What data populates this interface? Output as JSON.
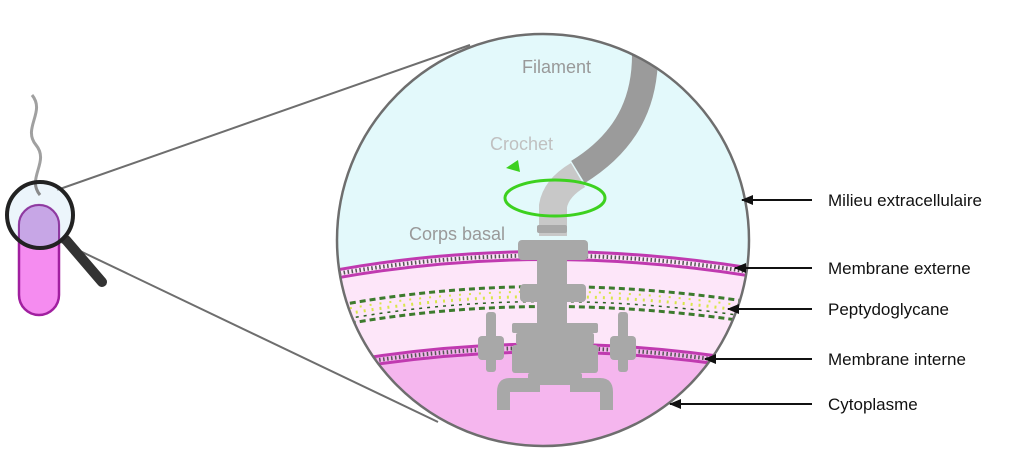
{
  "diagram": {
    "inner_labels": {
      "filament": "Filament",
      "hook": "Crochet",
      "basal_body": "Corps basal"
    },
    "callouts": [
      {
        "id": "extracellular",
        "label": "Milieu extracellulaire"
      },
      {
        "id": "outer-membrane",
        "label": "Membrane externe"
      },
      {
        "id": "peptidoglycan",
        "label": "Peptydoglycane"
      },
      {
        "id": "inner-membrane",
        "label": "Membrane interne"
      },
      {
        "id": "cytoplasm",
        "label": "Cytoplasme"
      }
    ],
    "colors": {
      "extracellular": "#e3f9fb",
      "periplasm": "#fde6f9",
      "cytoplasm": "#f5b6ee",
      "membrane_head": "#c03ab0",
      "peptidoglycan_sugar": "#3d7b2e",
      "peptidoglycan_bridge": "#d9e64a",
      "motor_gray": "#a8a8a8",
      "filament_gray": "#9b9b9b",
      "hook_gray": "#c8c8c8",
      "rotation_arrow": "#3dd11f",
      "bacterium_fill": "#f58cf0",
      "bacterium_stroke": "#a11fa0",
      "label_gray": "#999999"
    },
    "icons": [
      "magnifier-icon",
      "bacterium-icon",
      "rotation-arrow-icon"
    ]
  }
}
